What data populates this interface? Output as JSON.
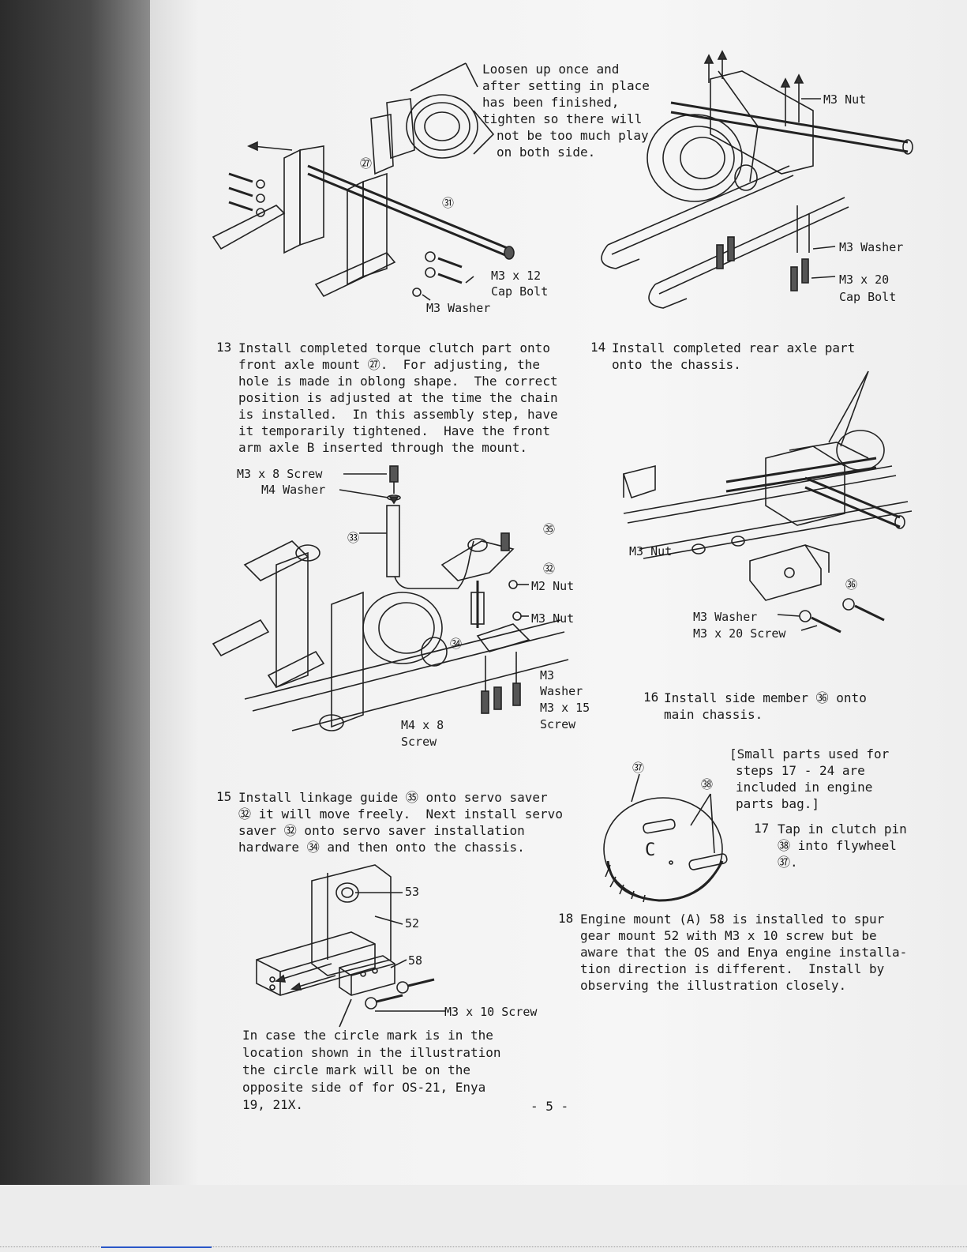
{
  "note_loosen": [
    "Loosen up once and",
    "after setting in place",
    "has been finished,",
    "tighten so there will",
    "not be too much play",
    "on both side."
  ],
  "fig13": {
    "part27": "㉗",
    "part31": "㉛",
    "label_bolt": "M3 x 12",
    "label_capbolt": "Cap Bolt",
    "label_washer": "M3 Washer"
  },
  "fig14": {
    "label_nut": "M3 Nut",
    "label_washer": "M3 Washer",
    "label_bolt": "M3 x 20",
    "label_capbolt": "Cap Bolt"
  },
  "step13": {
    "number": "13",
    "lines": [
      "Install completed torque clutch part onto",
      "front axle mount ㉗.  For adjusting, the",
      "hole is made in oblong shape.  The correct",
      "position is adjusted at the time the chain",
      "is installed.  In this assembly step, have",
      "it temporarily tightened.  Have the front",
      "arm axle B inserted through the mount."
    ]
  },
  "step14": {
    "number": "14",
    "lines": [
      "Install completed rear axle part",
      "onto the chassis."
    ]
  },
  "fig15": {
    "label_screw8": "M3 x 8 Screw",
    "label_m4washer": "M4 Washer",
    "part33": "㉝",
    "part35": "㉟",
    "part32": "㉜",
    "label_m2nut": "M2 Nut",
    "label_m3nut": "M3 Nut",
    "part34": "㉞",
    "label_m3": "M3",
    "label_washer": "Washer",
    "label_m3x15": "M3 x 15",
    "label_screw": "Screw",
    "label_m4x8": "M4 x 8",
    "label_screw2": "Screw"
  },
  "fig16": {
    "label_nut": "M3 Nut",
    "part36": "㊱",
    "label_washer": "M3 Washer",
    "label_screw": "M3 x 20 Screw"
  },
  "step16": {
    "number": "16",
    "lines": [
      "Install side member ㊱ onto",
      "main chassis."
    ]
  },
  "small_parts_note": [
    "[Small parts used for",
    "steps 17 - 24 are",
    "included in engine",
    "parts bag.]"
  ],
  "fig17": {
    "part37": "㊲",
    "part38": "㊳",
    "letter": "C"
  },
  "step17": {
    "number": "17",
    "lines": [
      "Tap in clutch pin",
      "㊳ into flywheel",
      "㊲."
    ]
  },
  "step15": {
    "number": "15",
    "lines": [
      "Install linkage guide ㉟ onto servo saver",
      "㉜ it will move freely.  Next install servo",
      "saver ㉜ onto servo saver installation",
      "hardware ㉞ and then onto the chassis."
    ]
  },
  "fig18": {
    "part53": "53",
    "part52": "52",
    "part58": "58",
    "label_screw": "M3 x 10 Screw"
  },
  "step18": {
    "number": "18",
    "lines": [
      "Engine mount (A) 58 is installed to spur",
      "gear mount 52 with M3 x 10 screw but be",
      "aware that the OS and Enya engine installa-",
      "tion direction is different.  Install by",
      "observing the illustration closely."
    ]
  },
  "circle_note": [
    "In case the circle mark is in the",
    "location shown in the illustration",
    "the circle mark will be on the",
    "opposite side of for OS-21, Enya",
    "19, 21X."
  ],
  "page_number": "- 5 -"
}
